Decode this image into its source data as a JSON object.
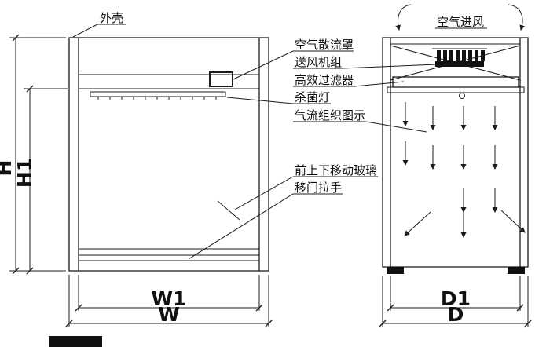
{
  "diagram_title": "clean-bench-two-view-technical-drawing",
  "labels": {
    "outer_shell": "外壳",
    "air_diffuser": "空气散流罩",
    "fan_unit": "送风机组",
    "hepa_filter": "高效过滤器",
    "uv_lamp": "杀菌灯",
    "airflow_diagram": "气流组织图示",
    "moving_glass": "前上下移动玻璃",
    "door_handle": "移门拉手",
    "air_intake": "空气进风"
  },
  "dims": {
    "h": "H",
    "h1": "H1",
    "w1": "W1",
    "w": "W",
    "d1": "D1",
    "d": "D"
  },
  "colors": {
    "ink": "#1c1c1c",
    "background": "#ffffff"
  }
}
